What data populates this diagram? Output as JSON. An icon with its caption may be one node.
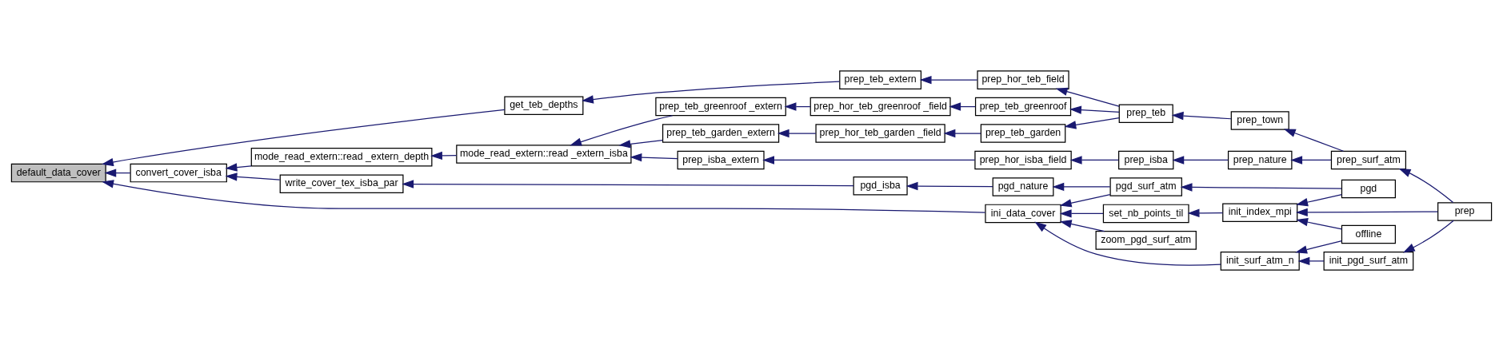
{
  "diagram": {
    "nodes": [
      {
        "text": [
          "default_data_cover"
        ]
      },
      {
        "text": [
          "get_teb_depths"
        ]
      },
      {
        "text": [
          "convert_cover_isba"
        ]
      },
      {
        "text": [
          "ini_data_cover"
        ]
      },
      {
        "text": [
          "prep_teb_extern"
        ]
      },
      {
        "text": [
          "mode_read_extern::read _extern_depth"
        ]
      },
      {
        "text": [
          "write_cover_tex_isba_par"
        ]
      },
      {
        "text": [
          "prep_hor_teb_field"
        ]
      },
      {
        "text": [
          "mode_read_extern::read _extern_isba"
        ]
      },
      {
        "text": [
          "pgd_isba"
        ]
      },
      {
        "text": [
          "prep_isba_extern"
        ]
      },
      {
        "text": [
          "prep_teb_greenroof _extern"
        ]
      },
      {
        "text": [
          "prep_teb_garden_extern"
        ]
      },
      {
        "text": [
          "prep_hor_isba_field"
        ]
      },
      {
        "text": [
          "prep_hor_teb_greenroof _field"
        ]
      },
      {
        "text": [
          "prep_hor_teb_garden _field"
        ]
      },
      {
        "text": [
          "prep_isba"
        ]
      },
      {
        "text": [
          "prep_teb_greenroof"
        ]
      },
      {
        "text": [
          "prep_teb_garden"
        ]
      },
      {
        "text": [
          "pgd_nature"
        ]
      },
      {
        "text": [
          "pgd_surf_atm"
        ]
      },
      {
        "text": [
          "set_nb_points_til"
        ]
      },
      {
        "text": [
          "init_surf_atm_n"
        ]
      },
      {
        "text": [
          "zoom_pgd_surf_atm"
        ]
      },
      {
        "text": [
          "prep_nature"
        ]
      },
      {
        "text": [
          "prep_teb"
        ]
      },
      {
        "text": [
          "init_index_mpi"
        ]
      },
      {
        "text": [
          "prep_town"
        ]
      },
      {
        "text": [
          "prep_surf_atm"
        ]
      },
      {
        "text": [
          "pgd"
        ]
      },
      {
        "text": [
          "offline"
        ]
      },
      {
        "text": [
          "init_pgd_surf_atm"
        ]
      },
      {
        "text": [
          "prep"
        ]
      }
    ],
    "edges": [
      {
        "from": 1,
        "to": 0,
        "arrow": "to"
      },
      {
        "from": 2,
        "to": 0,
        "arrow": "to"
      },
      {
        "from": 3,
        "to": 0,
        "arrow": "to"
      },
      {
        "from": 4,
        "to": 1,
        "arrow": "to"
      },
      {
        "from": 5,
        "to": 2,
        "arrow": "to"
      },
      {
        "from": 6,
        "to": 2,
        "arrow": "to"
      },
      {
        "from": 7,
        "to": 4,
        "arrow": "to"
      },
      {
        "from": 8,
        "to": 5,
        "arrow": "to"
      },
      {
        "from": 9,
        "to": 6,
        "arrow": "to"
      },
      {
        "from": 25,
        "to": 7,
        "arrow": "to"
      },
      {
        "from": 10,
        "to": 8,
        "arrow": "to"
      },
      {
        "from": 11,
        "to": 8,
        "arrow": "to"
      },
      {
        "from": 12,
        "to": 8,
        "arrow": "to"
      },
      {
        "from": 13,
        "to": 10,
        "arrow": "to"
      },
      {
        "from": 14,
        "to": 11,
        "arrow": "to"
      },
      {
        "from": 15,
        "to": 12,
        "arrow": "to"
      },
      {
        "from": 16,
        "to": 13,
        "arrow": "to"
      },
      {
        "from": 17,
        "to": 14,
        "arrow": "to"
      },
      {
        "from": 18,
        "to": 15,
        "arrow": "to"
      },
      {
        "from": 24,
        "to": 16,
        "arrow": "to"
      },
      {
        "from": 25,
        "to": 17,
        "arrow": "to"
      },
      {
        "from": 25,
        "to": 18,
        "arrow": "to"
      },
      {
        "from": 19,
        "to": 9,
        "arrow": "to"
      },
      {
        "from": 20,
        "to": 19,
        "arrow": "to"
      },
      {
        "from": 28,
        "to": 24,
        "arrow": "to"
      },
      {
        "from": 27,
        "to": 25,
        "arrow": "to"
      },
      {
        "from": 28,
        "to": 27,
        "arrow": "to"
      },
      {
        "from": 32,
        "to": 28,
        "arrow": "to"
      },
      {
        "from": 20,
        "to": 3,
        "arrow": "to"
      },
      {
        "from": 21,
        "to": 3,
        "arrow": "to"
      },
      {
        "from": 22,
        "to": 3,
        "arrow": "to"
      },
      {
        "from": 23,
        "to": 3,
        "arrow": "to"
      },
      {
        "from": 29,
        "to": 20,
        "arrow": "to"
      },
      {
        "from": 26,
        "to": 21,
        "arrow": "to"
      },
      {
        "from": 29,
        "to": 26,
        "arrow": "to"
      },
      {
        "from": 30,
        "to": 26,
        "arrow": "to"
      },
      {
        "from": 32,
        "to": 26,
        "arrow": "to"
      },
      {
        "from": 30,
        "to": 22,
        "arrow": "to"
      },
      {
        "from": 31,
        "to": 22,
        "arrow": "to"
      },
      {
        "from": 32,
        "to": 31,
        "arrow": "to"
      }
    ]
  }
}
